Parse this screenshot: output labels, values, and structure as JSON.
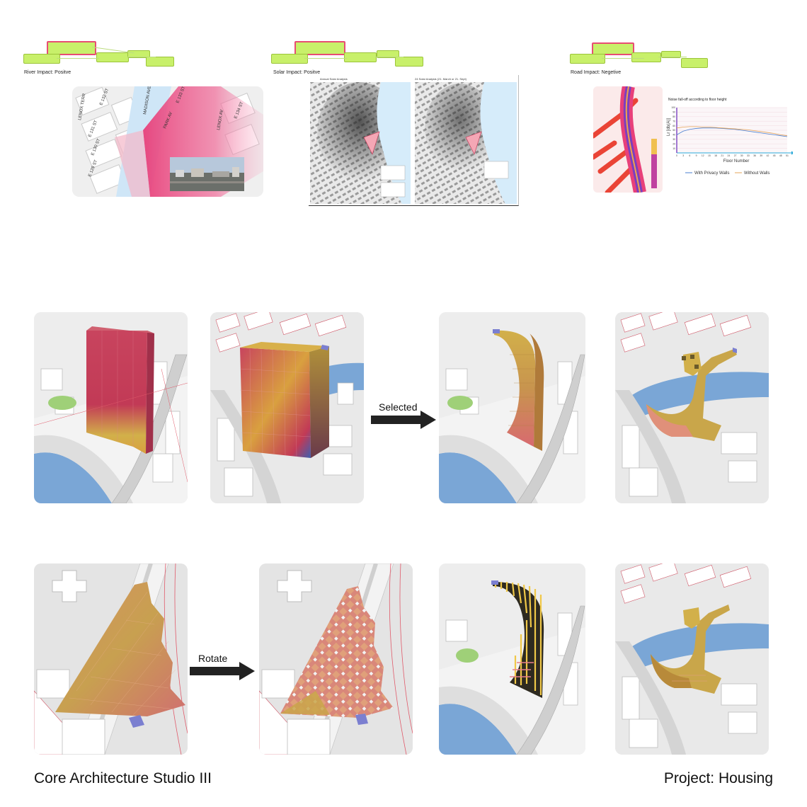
{
  "analysis": [
    {
      "impact_caption": "River Impact: Positve",
      "street_labels": [
        "E 132 ST",
        "E 131 ST",
        "E 130 ST",
        "E 129 ST",
        "LENOX TERR",
        "MADISON AVE BRIDGE",
        "PARK AV",
        "E 133 ST",
        "E 134 ST",
        "LENOX AV"
      ]
    },
    {
      "impact_caption": "Solar Impact: Positve",
      "map_titles": [
        "Annual Solar Analysis",
        "24 Solar Analysis (21. March or 21. Sept)"
      ]
    },
    {
      "impact_caption": "Road Impact: Negetive",
      "noise_chart": {
        "title": "Noise fall-off according to floor height",
        "ylabel": "Lr [db(A)]",
        "xlabel": "Floor Number",
        "x_ticks": [
          "0",
          "3",
          "6",
          "9",
          "12",
          "15",
          "18",
          "21",
          "24",
          "27",
          "30",
          "33",
          "36",
          "39",
          "42",
          "45",
          "48",
          "51"
        ],
        "y_ticks": [
          "100",
          "90",
          "80",
          "70",
          "60",
          "50",
          "40",
          "30",
          "20",
          "10"
        ],
        "legend": [
          "With Privacy Walls",
          "Without Walls"
        ],
        "colors": [
          "#4a7fd0",
          "#e6a45a"
        ]
      }
    }
  ],
  "chart_data": {
    "type": "line",
    "title": "Noise fall-off according to floor height",
    "xlabel": "Floor Number",
    "ylabel": "Lr [db(A)]",
    "xlim": [
      0,
      51
    ],
    "ylim": [
      0,
      100
    ],
    "grid": true,
    "legend_position": "bottom",
    "series": [
      {
        "name": "With Privacy Walls",
        "x": [
          0,
          3,
          6,
          9,
          12,
          15,
          18,
          21,
          24,
          27,
          30,
          33,
          36,
          39,
          42,
          45,
          48,
          51
        ],
        "values": [
          40,
          48,
          52,
          54,
          55,
          55,
          55,
          54,
          53,
          52,
          50,
          48,
          46,
          44,
          42,
          40,
          38,
          36
        ]
      },
      {
        "name": "Without Walls",
        "x": [
          0,
          3,
          6,
          9,
          12,
          15,
          18,
          21,
          24,
          27,
          30,
          33,
          36,
          39,
          42,
          45,
          48,
          51
        ],
        "values": [
          55,
          57,
          58,
          58,
          57,
          57,
          56,
          55,
          54,
          53,
          52,
          51,
          49,
          47,
          45,
          43,
          40,
          38
        ]
      }
    ]
  },
  "process": {
    "selected_label": "Selected",
    "rotate_label": "Rotate"
  },
  "footer": {
    "course": "Core Architecture Studio III",
    "project": "Project: Housing"
  },
  "colors": {
    "node_green": "#c8f06a",
    "map_pink": "#e8407a",
    "river_blue": "#7aa6d6",
    "tower_gold": "#d2b04a",
    "tower_red": "#c83a52",
    "street_red": "#e05a6a"
  }
}
